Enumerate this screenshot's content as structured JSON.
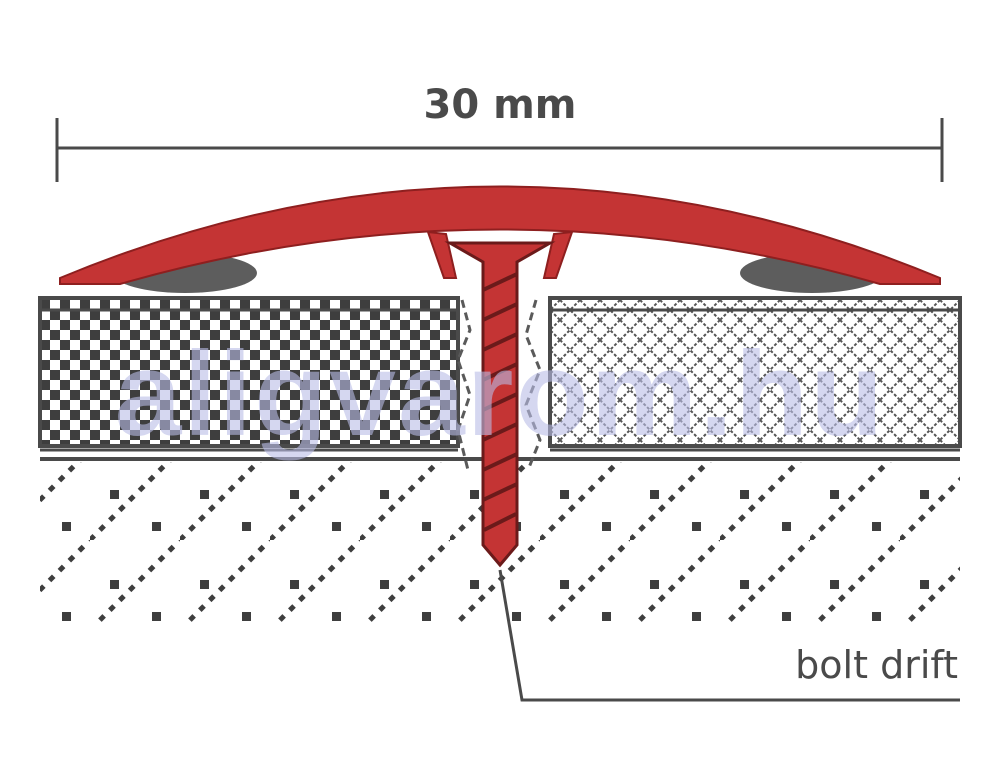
{
  "dimension": {
    "label": "30 mm"
  },
  "callout": {
    "label": "bolt drift"
  },
  "watermark": {
    "text": "aligvarom.hu"
  },
  "colors": {
    "profile": "#c43434",
    "profile_dark": "#8e1f1f",
    "ink": "#4a4a4a",
    "tape": "#5d5d5d",
    "watermark": "#b9bde6"
  }
}
